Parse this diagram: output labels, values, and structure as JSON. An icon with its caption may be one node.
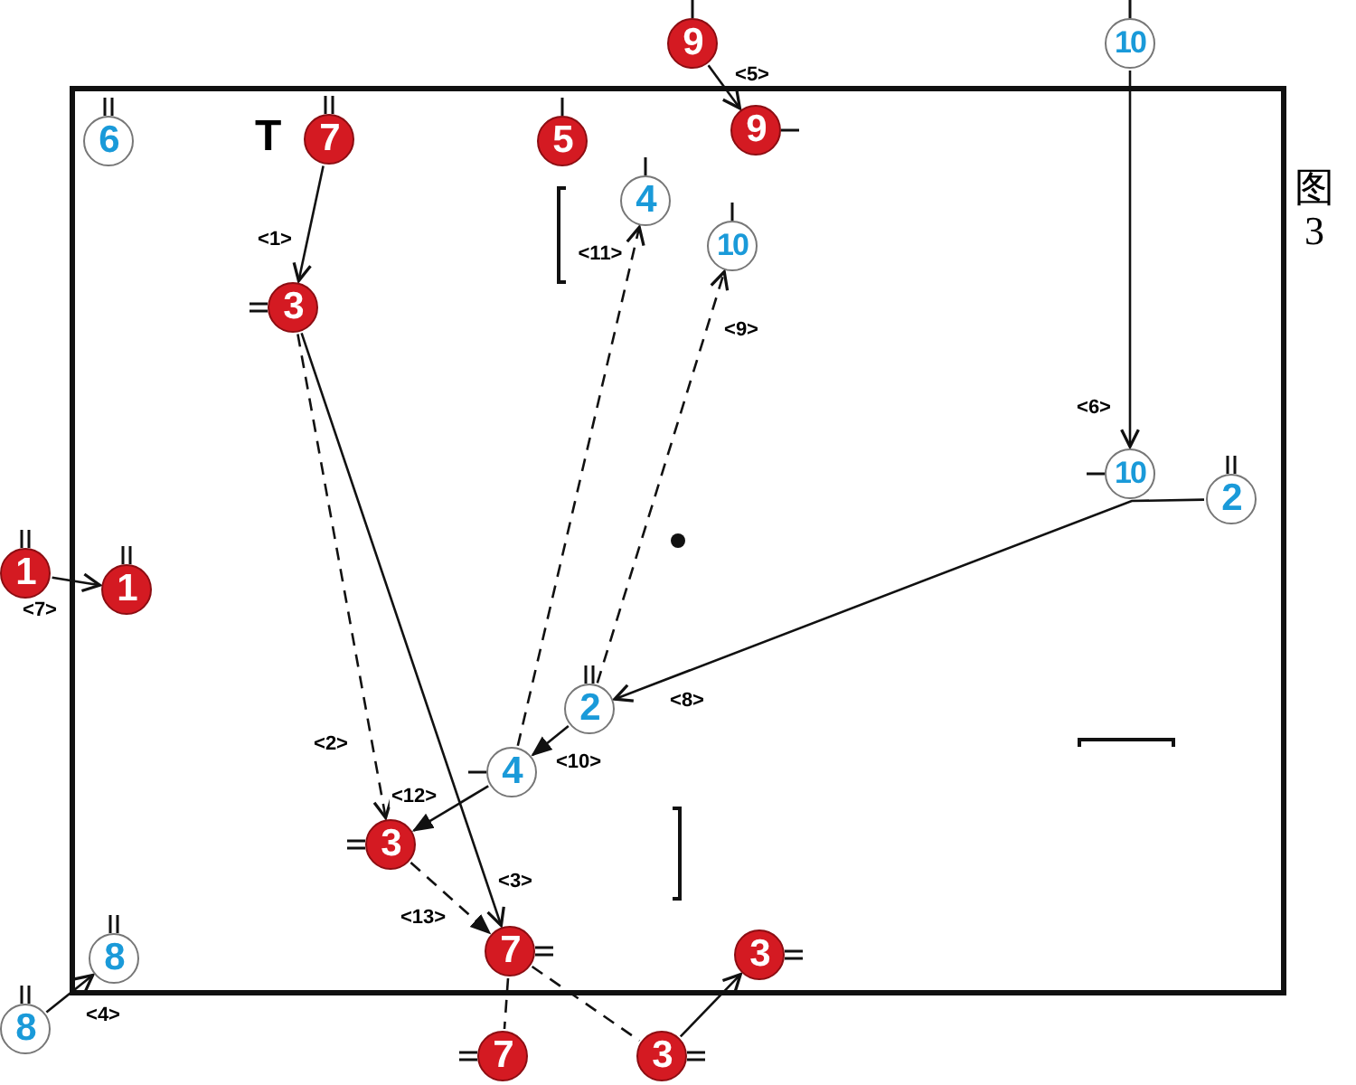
{
  "diagram": {
    "caption": "图3",
    "nodes": [
      {
        "text": [
          "6"
        ]
      },
      {
        "text": [
          "7"
        ],
        "beside": [
          "T"
        ]
      },
      {
        "text": [
          "5"
        ]
      },
      {
        "text": [
          "9"
        ]
      },
      {
        "text": [
          "9"
        ]
      },
      {
        "text": [
          "10"
        ]
      },
      {
        "text": [
          "4"
        ]
      },
      {
        "text": [
          "10"
        ]
      },
      {
        "text": [
          "3"
        ]
      },
      {
        "text": [
          "10"
        ]
      },
      {
        "text": [
          "2"
        ]
      },
      {
        "text": [
          "1"
        ]
      },
      {
        "text": [
          "1"
        ]
      },
      {
        "text": [
          "2"
        ]
      },
      {
        "text": [
          "4"
        ]
      },
      {
        "text": [
          "3"
        ]
      },
      {
        "text": [
          "7"
        ]
      },
      {
        "text": [
          "7"
        ]
      },
      {
        "text": [
          "3"
        ]
      },
      {
        "text": [
          "3"
        ]
      },
      {
        "text": [
          "8"
        ]
      },
      {
        "text": [
          "8"
        ]
      }
    ],
    "edges": [
      {
        "from": 1,
        "to": 8,
        "arrow": "to",
        "label": "<1>"
      },
      {
        "from": 8,
        "to": 15,
        "arrow": "to",
        "label": "<2>",
        "style": "dashed"
      },
      {
        "from": 8,
        "to": 16,
        "arrow": "to",
        "label": "<3>"
      },
      {
        "from": 21,
        "to": 20,
        "arrow": "to",
        "label": "<4>"
      },
      {
        "from": 3,
        "to": 4,
        "arrow": "to",
        "label": "<5>"
      },
      {
        "from": 5,
        "to": 9,
        "arrow": "to",
        "label": "<6>"
      },
      {
        "from": 11,
        "to": 12,
        "arrow": "to",
        "label": "<7>"
      },
      {
        "from": 10,
        "to": 13,
        "arrow": "to",
        "label": "<8>"
      },
      {
        "from": 13,
        "to": 7,
        "arrow": "to",
        "label": "<9>",
        "style": "dashed"
      },
      {
        "from": 13,
        "to": 14,
        "arrow": "to",
        "label": "<10>"
      },
      {
        "from": 14,
        "to": 6,
        "arrow": "to",
        "label": "<11>",
        "style": "dashed"
      },
      {
        "from": 14,
        "to": 15,
        "arrow": "to",
        "label": "<12>"
      },
      {
        "from": 15,
        "to": 16,
        "arrow": "to",
        "label": "<13>",
        "style": "dashed"
      },
      {
        "from": 16,
        "to": 18,
        "arrow": "none",
        "style": "dashed"
      },
      {
        "from": 18,
        "to": 19,
        "arrow": "to"
      },
      {
        "from": 16,
        "to": 17,
        "arrow": "none",
        "style": "dashed"
      }
    ]
  }
}
